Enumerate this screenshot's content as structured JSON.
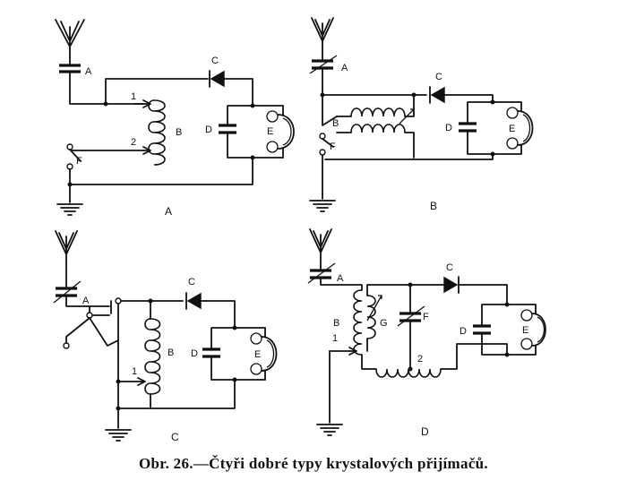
{
  "figure": {
    "caption": "Obr. 26.—Čtyři dobré typy krystalových přijímačů."
  },
  "circuits": {
    "a": {
      "panel_label": "A",
      "component_labels": {
        "capacitor": "A",
        "detector": "C",
        "coil": "B",
        "phone_capacitor": "D",
        "headphones": "E",
        "switch": "F",
        "tap_1": "1",
        "tap_2": "2"
      }
    },
    "b": {
      "panel_label": "B",
      "component_labels": {
        "capacitor": "A",
        "detector": "C",
        "coil": "B",
        "phone_capacitor": "D",
        "headphones": "E",
        "switch": "F"
      }
    },
    "c": {
      "panel_label": "C",
      "component_labels": {
        "capacitor": "A",
        "detector": "C",
        "coil": "B",
        "phone_capacitor": "D",
        "headphones": "E",
        "tap_1": "1"
      }
    },
    "d": {
      "panel_label": "D",
      "component_labels": {
        "capacitor": "A",
        "detector": "C",
        "coil": "B",
        "variometer": "G",
        "tuning_capacitor": "F",
        "phone_capacitor": "D",
        "headphones": "E",
        "tap_1": "1",
        "tap_2": "2"
      }
    }
  }
}
